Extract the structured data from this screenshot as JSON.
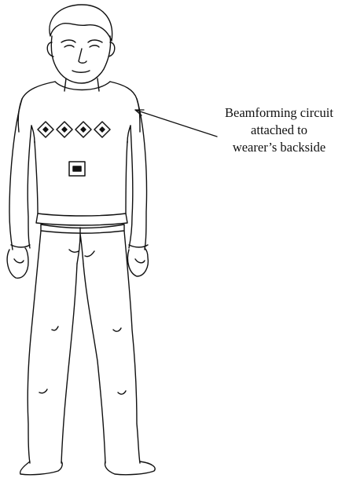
{
  "annotation": {
    "lines": [
      "Beamforming circuit",
      "attached to",
      "wearer’s backside"
    ]
  },
  "components": {
    "antenna_elements": 4,
    "circuit_label": ""
  },
  "colors": {
    "ink": "#111111",
    "background": "#ffffff"
  }
}
